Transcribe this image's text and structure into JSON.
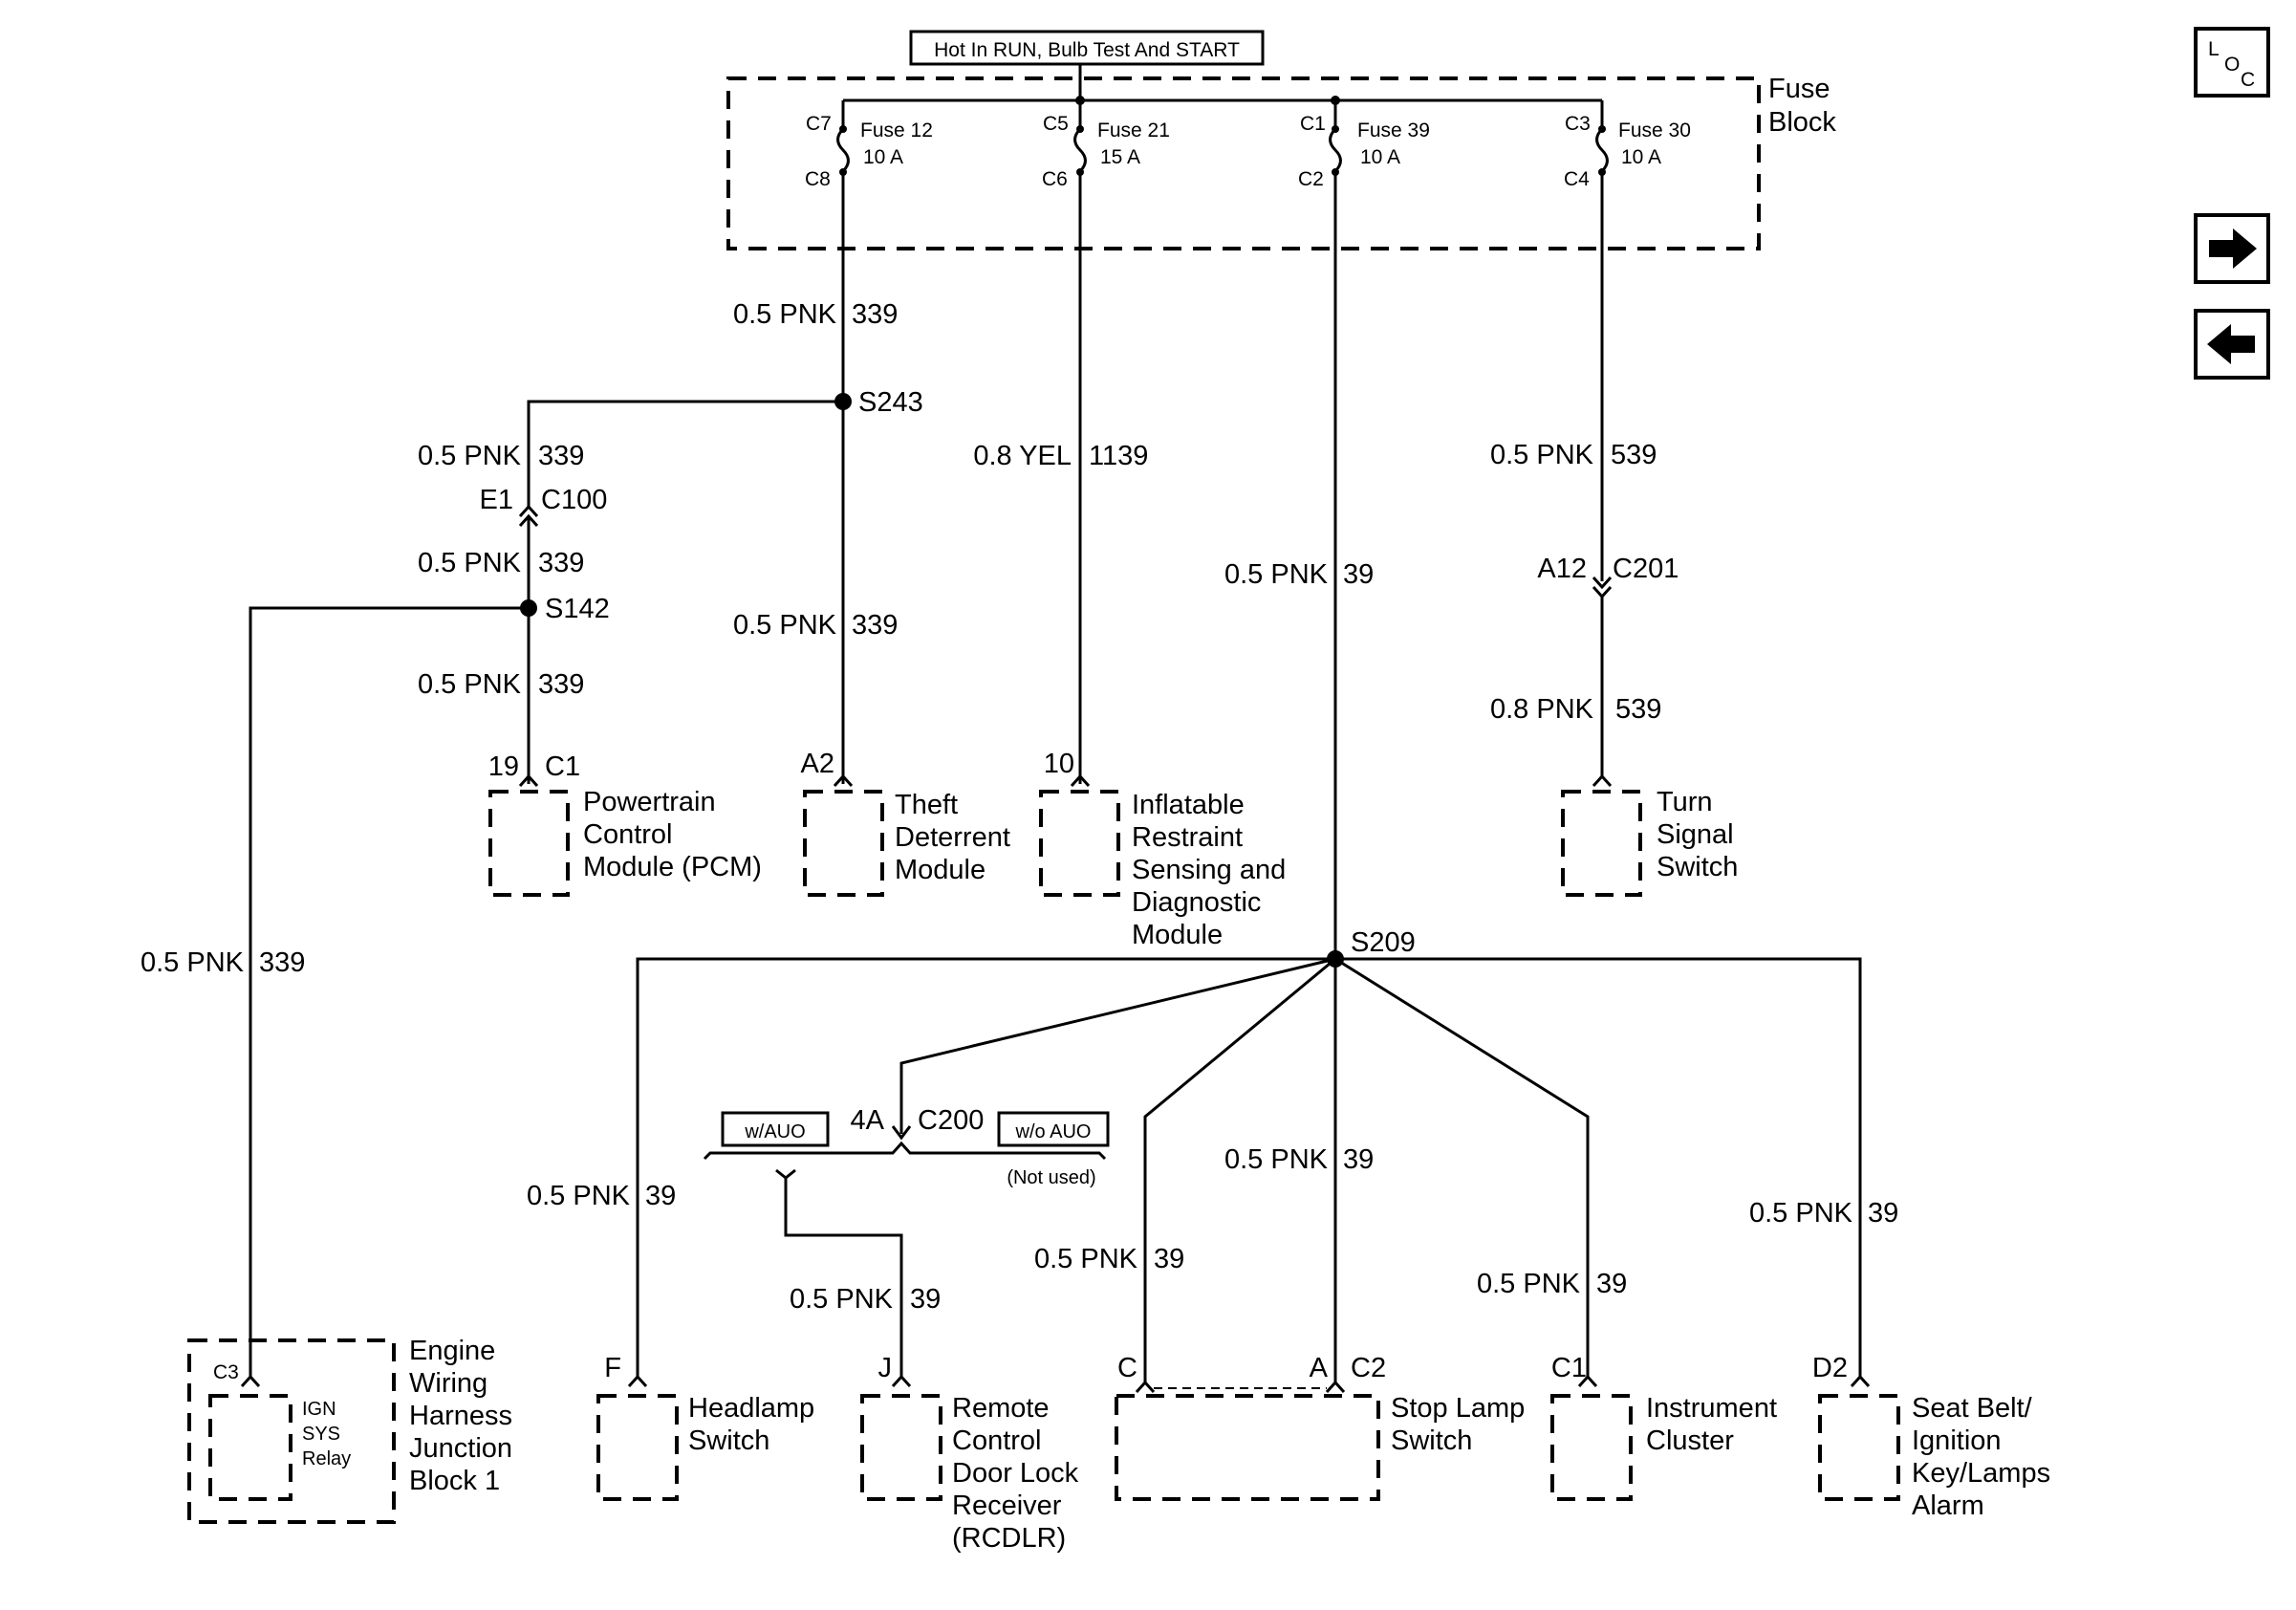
{
  "header_label": "Hot In RUN, Bulb Test And START",
  "nav": {
    "loc": {
      "l": "L",
      "o": "O",
      "c": "C"
    }
  },
  "fuse_block": {
    "title_line1": "Fuse",
    "title_line2": "Block",
    "fuses": [
      {
        "name": "Fuse 12",
        "rating": "10 A",
        "in": "C7",
        "out": "C8"
      },
      {
        "name": "Fuse 21",
        "rating": "15 A",
        "in": "C5",
        "out": "C6"
      },
      {
        "name": "Fuse 39",
        "rating": "10 A",
        "in": "C1",
        "out": "C2"
      },
      {
        "name": "Fuse 30",
        "rating": "10 A",
        "in": "C3",
        "out": "C4"
      }
    ]
  },
  "wires": {
    "pnk339": {
      "size": "0.5 PNK",
      "circuit": "339"
    },
    "yel1139": {
      "size": "0.8 YEL",
      "circuit": "1139"
    },
    "pnk39": {
      "size": "0.5 PNK",
      "circuit": "39"
    },
    "pnk539": {
      "size": "0.5 PNK",
      "circuit": "539"
    },
    "pnk539b": {
      "size": "0.8 PNK",
      "circuit": "539"
    }
  },
  "splices": {
    "s243": "S243",
    "s142": "S142",
    "s209": "S209"
  },
  "connectors": {
    "e1": "E1",
    "c100": "C100",
    "a12": "A12",
    "c201": "C201",
    "pin4a": "4A",
    "c200": "C200",
    "wauo": "w/AUO",
    "woauo": "w/o AUO",
    "not_used": "(Not used)",
    "pcm_pin": "19",
    "pcm_conn": "C1",
    "theft_pin": "A2",
    "airbag_pin": "10",
    "ign_pin": "C3",
    "hl_pin": "F",
    "rcdlr_pin": "J",
    "stop_c": "C",
    "stop_a": "A",
    "stop_conn": "C2",
    "ic_pin": "C1",
    "seat_pin": "D2"
  },
  "components": {
    "pcm": [
      "Powertrain",
      "Control",
      "Module (PCM)"
    ],
    "theft": [
      "Theft",
      "Deterrent",
      "Module"
    ],
    "airbag": [
      "Inflatable",
      "Restraint",
      "Sensing and",
      "Diagnostic",
      "Module"
    ],
    "turn": [
      "Turn",
      "Signal",
      "Switch"
    ],
    "ewh": [
      "Engine",
      "Wiring",
      "Harness",
      "Junction",
      "Block 1"
    ],
    "relay": [
      "IGN",
      "SYS",
      "Relay"
    ],
    "headlamp": [
      "Headlamp",
      "Switch"
    ],
    "rcdlr": [
      "Remote",
      "Control",
      "Door Lock",
      "Receiver",
      "(RCDLR)"
    ],
    "stoplamp": [
      "Stop Lamp",
      "Switch"
    ],
    "cluster": [
      "Instrument",
      "Cluster"
    ],
    "seatbelt": [
      "Seat Belt/",
      "Ignition",
      "Key/Lamps",
      "Alarm"
    ]
  }
}
